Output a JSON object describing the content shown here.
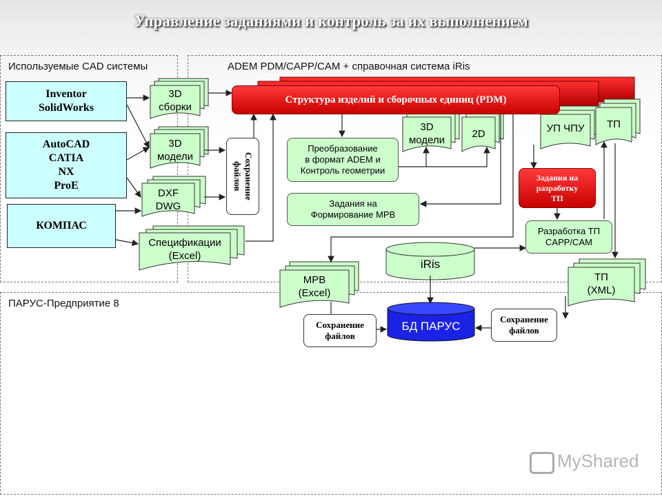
{
  "title": "Управление заданиями и контроль за их выполнением",
  "regions": {
    "cad_label": "Используемые CAD системы",
    "adem_label": "ADEM PDM/CAPP/CAM + справочная система iRis",
    "parus_label": "ПАРУС-Предприятие 8"
  },
  "cad": {
    "inventor": "Inventor\nSolidWorks",
    "autocad": "AutoCAD\nCATIA\nNX\nProE",
    "kompas": "КОМПАС"
  },
  "docs": {
    "assemblies": "3D\nсборки",
    "models": "3D\nмодели",
    "dxf": "DXF\nDWG",
    "specs": "Спецификации\n(Excel)",
    "models2": "3D\nмодели",
    "twod": "2D",
    "up_chpu": "УП ЧПУ",
    "tp": "ТП",
    "mrv": "МРВ\n(Excel)",
    "tp_xml": "ТП\n(XML)"
  },
  "boxes": {
    "save_files_vertical": "Сохранение файлов",
    "pdm": "Структура изделий и сборочных единиц (PDM)",
    "convert": "Преобразование\nв формат ADEM и\nКонтроль геометрии",
    "tasks_mrv": "Задания на\nФормирование МРВ",
    "tasks_tp": "Задания на\nразработку\nТП",
    "dev_tp": "Разработка ТП\nCAPP/CAM",
    "iris": "iRis",
    "bd_parus": "БД ПАРУС",
    "save_left": "Сохранение\nфайлов",
    "save_right": "Сохранение\nфайлов"
  },
  "watermark": "MyShared",
  "colors": {
    "cyan": "#ccffff",
    "green": "#ccffcc",
    "red": "#e00000",
    "blue": "#1a22e6"
  }
}
